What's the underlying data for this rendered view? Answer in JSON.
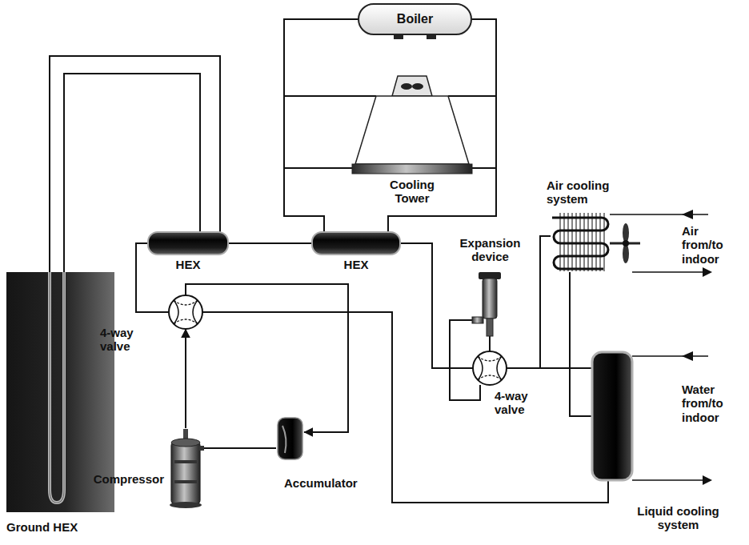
{
  "diagram": {
    "nodes": [
      {
        "text": [
          "Boiler"
        ]
      },
      {
        "text": [
          "Cooling Tower"
        ]
      },
      {
        "text": [
          "Ground HEX"
        ]
      },
      {
        "text": [
          "HEX"
        ]
      },
      {
        "text": [
          "HEX"
        ]
      },
      {
        "text": [
          "Expansion device"
        ]
      },
      {
        "text": [
          "Air cooling system"
        ]
      },
      {
        "text": [
          "4-way valve"
        ]
      },
      {
        "text": [
          "4-way valve"
        ]
      },
      {
        "text": [
          "Compressor"
        ]
      },
      {
        "text": [
          "Accumulator"
        ]
      },
      {
        "text": [
          "Liquid cooling system"
        ]
      }
    ],
    "edges": [
      {
        "from": 0,
        "to": 4,
        "arrow": "none"
      },
      {
        "from": 1,
        "to": 4,
        "arrow": "none"
      },
      {
        "from": 2,
        "to": 3,
        "arrow": "none"
      },
      {
        "from": 2,
        "to": 3,
        "arrow": "none"
      },
      {
        "from": 3,
        "to": 4,
        "arrow": "none"
      },
      {
        "from": 3,
        "to": 7,
        "arrow": "none"
      },
      {
        "from": 4,
        "to": 8,
        "arrow": "none"
      },
      {
        "from": 5,
        "to": 8,
        "arrow": "none"
      },
      {
        "from": 5,
        "to": 8,
        "arrow": "none"
      },
      {
        "from": 8,
        "to": 6,
        "arrow": "none"
      },
      {
        "from": 8,
        "to": 11,
        "arrow": "none"
      },
      {
        "from": 6,
        "to": 11,
        "arrow": "none"
      },
      {
        "from": 7,
        "to": 11,
        "arrow": "none"
      },
      {
        "from": 9,
        "to": 7,
        "arrow": "to"
      },
      {
        "from": 10,
        "to": 9,
        "arrow": "none"
      },
      {
        "from": 7,
        "to": 10,
        "arrow": "to"
      }
    ],
    "labels": [
      "Air from/to indoor",
      "Water from/to indoor"
    ]
  }
}
